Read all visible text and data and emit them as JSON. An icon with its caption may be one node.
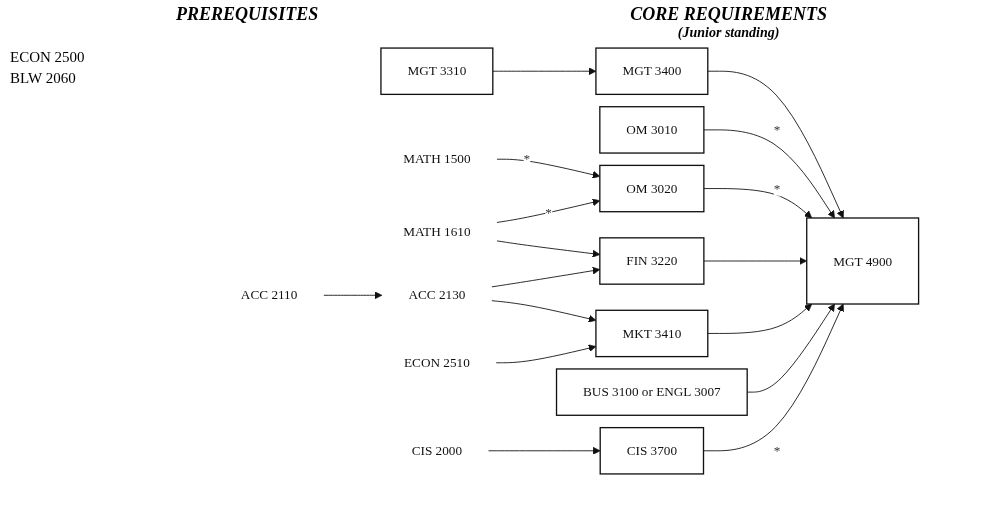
{
  "diagram": {
    "nodes": [
      {
        "text": [
          "MGT 3310"
        ]
      },
      {
        "text": [
          "MGT 3400"
        ]
      },
      {
        "text": [
          "OM 3010"
        ]
      },
      {
        "text": [
          "OM 3020"
        ]
      },
      {
        "text": [
          "FIN 3220"
        ]
      },
      {
        "text": [
          "MKT 3410"
        ]
      },
      {
        "text": [
          "BUS 3100 or ENGL 3007"
        ]
      },
      {
        "text": [
          "CIS 3700"
        ]
      },
      {
        "text": [
          "MGT 4900"
        ]
      },
      {
        "text": [
          "MATH 1500"
        ]
      },
      {
        "text": [
          "MATH 1610"
        ]
      },
      {
        "text": [
          "ACC 2110"
        ]
      },
      {
        "text": [
          "ACC 2130"
        ]
      },
      {
        "text": [
          "ECON 2510"
        ]
      },
      {
        "text": [
          "CIS 2000"
        ]
      }
    ],
    "edges": [
      {
        "from": 0,
        "to": 1,
        "arrow": "to"
      },
      {
        "from": 9,
        "to": 3,
        "arrow": "to",
        "label": "*"
      },
      {
        "from": 10,
        "to": 3,
        "arrow": "to",
        "label": "*"
      },
      {
        "from": 10,
        "to": 4,
        "arrow": "to"
      },
      {
        "from": 11,
        "to": 12,
        "arrow": "to"
      },
      {
        "from": 12,
        "to": 4,
        "arrow": "to"
      },
      {
        "from": 12,
        "to": 5,
        "arrow": "to"
      },
      {
        "from": 13,
        "to": 5,
        "arrow": "to"
      },
      {
        "from": 14,
        "to": 7,
        "arrow": "to"
      },
      {
        "from": 1,
        "to": 8,
        "arrow": "to"
      },
      {
        "from": 2,
        "to": 8,
        "arrow": "to",
        "label": "*"
      },
      {
        "from": 3,
        "to": 8,
        "arrow": "to",
        "label": "*"
      },
      {
        "from": 4,
        "to": 8,
        "arrow": "to"
      },
      {
        "from": 5,
        "to": 8,
        "arrow": "to"
      },
      {
        "from": 6,
        "to": 8,
        "arrow": "to"
      },
      {
        "from": 7,
        "to": 8,
        "arrow": "to",
        "label": "*"
      }
    ],
    "labels": [
      "PREREQUISITES",
      "CORE REQUIREMENTS",
      "(Junior standing)",
      "ECON 2500",
      "BLW 2060"
    ]
  }
}
